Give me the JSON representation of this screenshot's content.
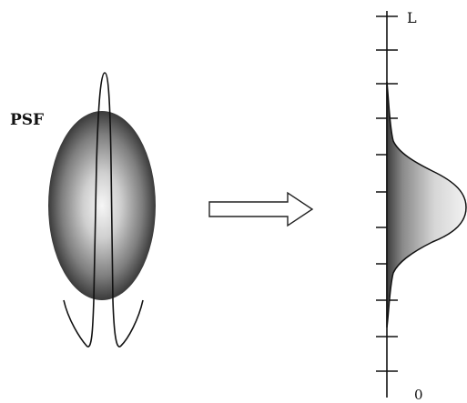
{
  "labels": {
    "psf": "PSF",
    "axis_top": "L",
    "axis_bottom": "0"
  },
  "colors": {
    "background": "#ffffff",
    "stroke": "#111111",
    "ellipse_center": "#f6f6f6",
    "ellipse_edge": "#3a3a3a",
    "profile_peak": "#f2f2f2",
    "profile_edge": "#3c3c3c"
  },
  "icons": {
    "arrow": "right-arrow-icon"
  }
}
